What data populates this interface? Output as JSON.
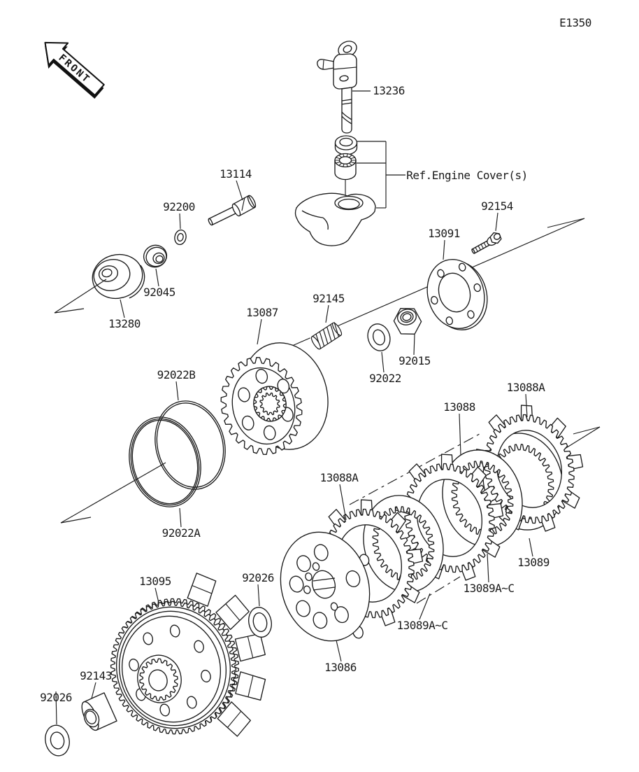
{
  "diagram": {
    "code": "E1350",
    "front_label": "FRONT",
    "ref_label": "Ref.Engine Cover(s)"
  },
  "callouts": [
    {
      "label": "13236"
    },
    {
      "label": "13114"
    },
    {
      "label": "92200"
    },
    {
      "label": "92154"
    },
    {
      "label": "13091"
    },
    {
      "label": "92045"
    },
    {
      "label": "13280"
    },
    {
      "label": "92145"
    },
    {
      "label": "13087"
    },
    {
      "label": "92015"
    },
    {
      "label": "92022"
    },
    {
      "label": "92022B"
    },
    {
      "label": "13088A"
    },
    {
      "label": "13088"
    },
    {
      "label": "13088A"
    },
    {
      "label": "92022A"
    },
    {
      "label": "13089"
    },
    {
      "label": "13095"
    },
    {
      "label": "92026"
    },
    {
      "label": "13089A~C"
    },
    {
      "label": "13089A~C"
    },
    {
      "label": "13086"
    },
    {
      "label": "92143"
    },
    {
      "label": "92026"
    }
  ]
}
